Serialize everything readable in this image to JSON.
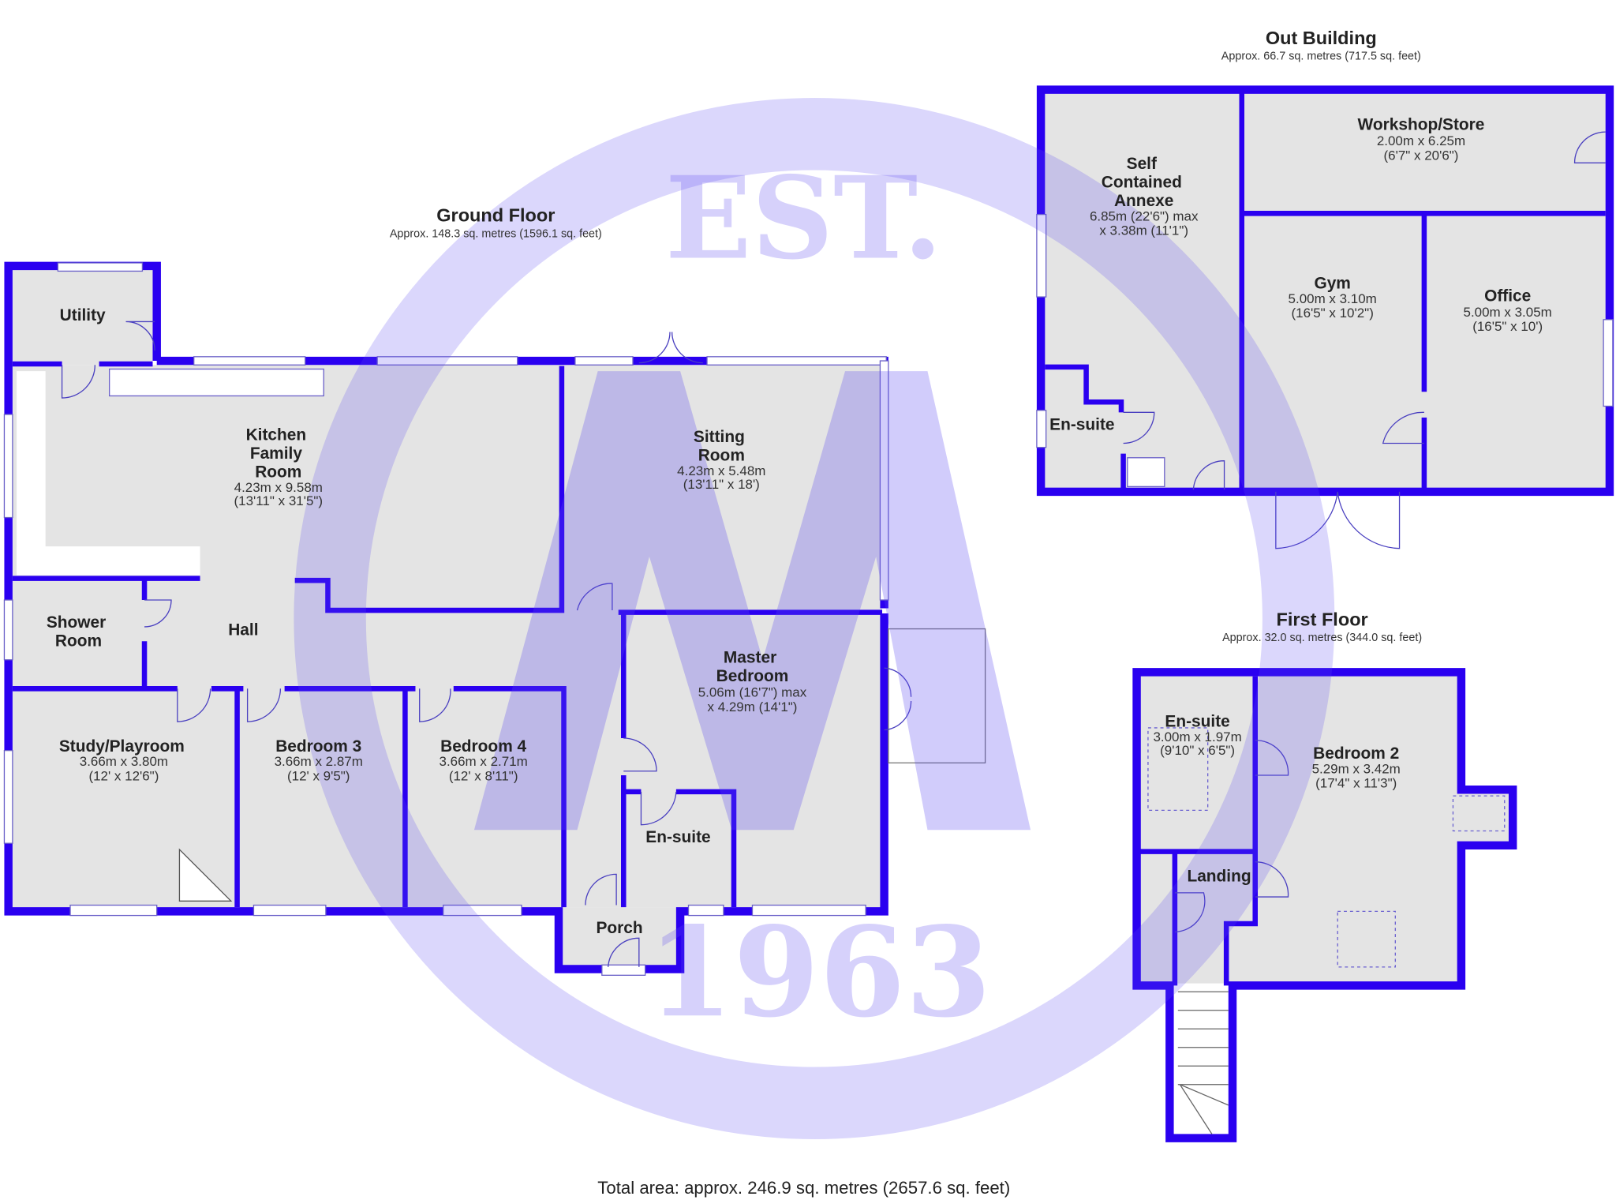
{
  "ground_floor": {
    "title": "Ground Floor",
    "area": "Approx. 148.3 sq. metres (1596.1 sq. feet)",
    "rooms": {
      "utility": {
        "name": "Utility"
      },
      "kitchen": {
        "name_lines": [
          "Kitchen",
          "Family",
          "Room"
        ],
        "dim_m": "4.23m x 9.58m",
        "dim_ft": "(13'11\" x 31'5\")"
      },
      "sitting": {
        "name_lines": [
          "Sitting",
          "Room"
        ],
        "dim_m": "4.23m x 5.48m",
        "dim_ft": "(13'11\" x 18')"
      },
      "shower": {
        "name_lines": [
          "Shower",
          "Room"
        ]
      },
      "hall": {
        "name": "Hall"
      },
      "master": {
        "name_lines": [
          "Master",
          "Bedroom"
        ],
        "dim_m": "5.06m (16'7\") max",
        "dim_ft": "x 4.29m (14'1\")"
      },
      "study": {
        "name": "Study/Playroom",
        "dim_m": "3.66m x 3.80m",
        "dim_ft": "(12' x 12'6\")"
      },
      "bedroom3": {
        "name": "Bedroom 3",
        "dim_m": "3.66m x 2.87m",
        "dim_ft": "(12' x 9'5\")"
      },
      "bedroom4": {
        "name": "Bedroom 4",
        "dim_m": "3.66m x 2.71m",
        "dim_ft": "(12' x 8'11\")"
      },
      "ensuite": {
        "name": "En-suite"
      },
      "porch": {
        "name": "Porch"
      }
    }
  },
  "out_building": {
    "title": "Out Building",
    "area": "Approx. 66.7 sq. metres (717.5 sq. feet)",
    "rooms": {
      "annexe": {
        "name_lines": [
          "Self",
          "Contained",
          "Annexe"
        ],
        "dim_m": "6.85m (22'6\") max",
        "dim_ft": "x 3.38m (11'1\")"
      },
      "workshop": {
        "name": "Workshop/Store",
        "dim_m": "2.00m x 6.25m",
        "dim_ft": "(6'7\" x 20'6\")"
      },
      "gym": {
        "name": "Gym",
        "dim_m": "5.00m x 3.10m",
        "dim_ft": "(16'5\" x 10'2\")"
      },
      "office": {
        "name": "Office",
        "dim_m": "5.00m x 3.05m",
        "dim_ft": "(16'5\" x 10')"
      },
      "ensuite": {
        "name": "En-suite"
      }
    }
  },
  "first_floor": {
    "title": "First Floor",
    "area": "Approx. 32.0 sq. metres (344.0 sq. feet)",
    "rooms": {
      "ensuite": {
        "name": "En-suite",
        "dim_m": "3.00m x 1.97m",
        "dim_ft": "(9'10\" x 6'5\")"
      },
      "bedroom2": {
        "name": "Bedroom 2",
        "dim_m": "5.29m x 3.42m",
        "dim_ft": "(17'4\" x 11'3\")"
      },
      "landing": {
        "name": "Landing"
      }
    }
  },
  "total_area": "Total area: approx. 246.9 sq. metres (2657.6 sq. feet)",
  "watermark": {
    "top": "EST.",
    "bottom": "1963",
    "letter": "M"
  },
  "colors": {
    "wall": "#2a00f0",
    "floor": "#e4e4e4",
    "watermark": "#5a48f0"
  }
}
